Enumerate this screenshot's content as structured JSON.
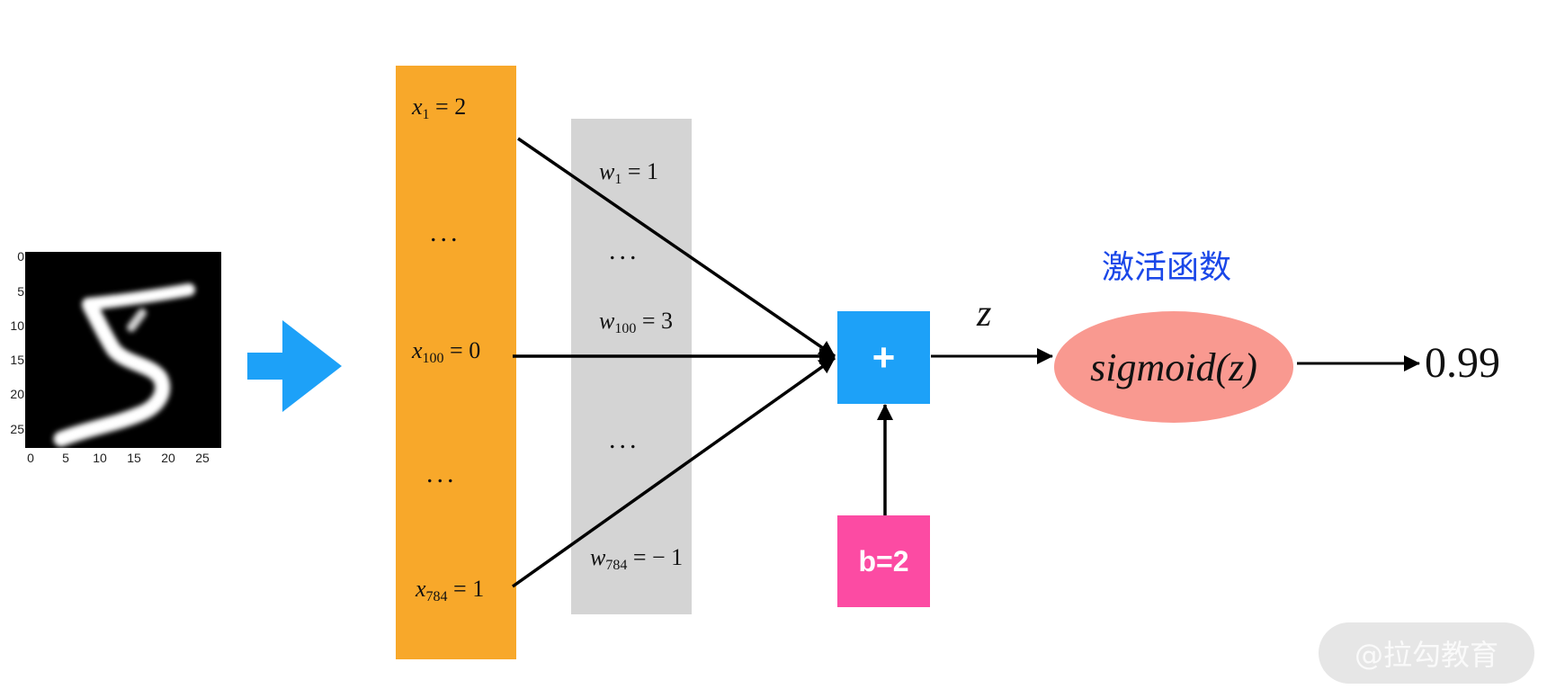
{
  "mnist": {
    "y_ticks": [
      "0",
      "5",
      "10",
      "15",
      "20",
      "25"
    ],
    "x_ticks": [
      "0",
      "5",
      "10",
      "15",
      "20",
      "25"
    ]
  },
  "inputs": {
    "x1": {
      "var": "x",
      "sub": "1",
      "eq": " = 2"
    },
    "x100": {
      "var": "x",
      "sub": "100",
      "eq": " = 0"
    },
    "x784": {
      "var": "x",
      "sub": "784",
      "eq": " = 1"
    },
    "ellipsis": "..."
  },
  "weights": {
    "w1": {
      "var": "w",
      "sub": "1",
      "eq": " = 1"
    },
    "w100": {
      "var": "w",
      "sub": "100",
      "eq": " = 3"
    },
    "w784": {
      "var": "w",
      "sub": "784",
      "eq": " = − 1"
    },
    "ellipsis": "..."
  },
  "plus_label": "+",
  "bias_label": "b=2",
  "z_label": "z",
  "activation_title": "激活函数",
  "sigmoid_label": "sigmoid(z)",
  "output_value": "0.99",
  "watermark": "@拉勾教育",
  "colors": {
    "input_column": "#f8a82a",
    "weight_column": "#d4d4d4",
    "plus_box": "#1da1f8",
    "bias_box": "#fc4ba3",
    "sigmoid_ellipse": "#f99990",
    "activation_title": "#1a47e8",
    "big_arrow": "#1da1f8"
  }
}
